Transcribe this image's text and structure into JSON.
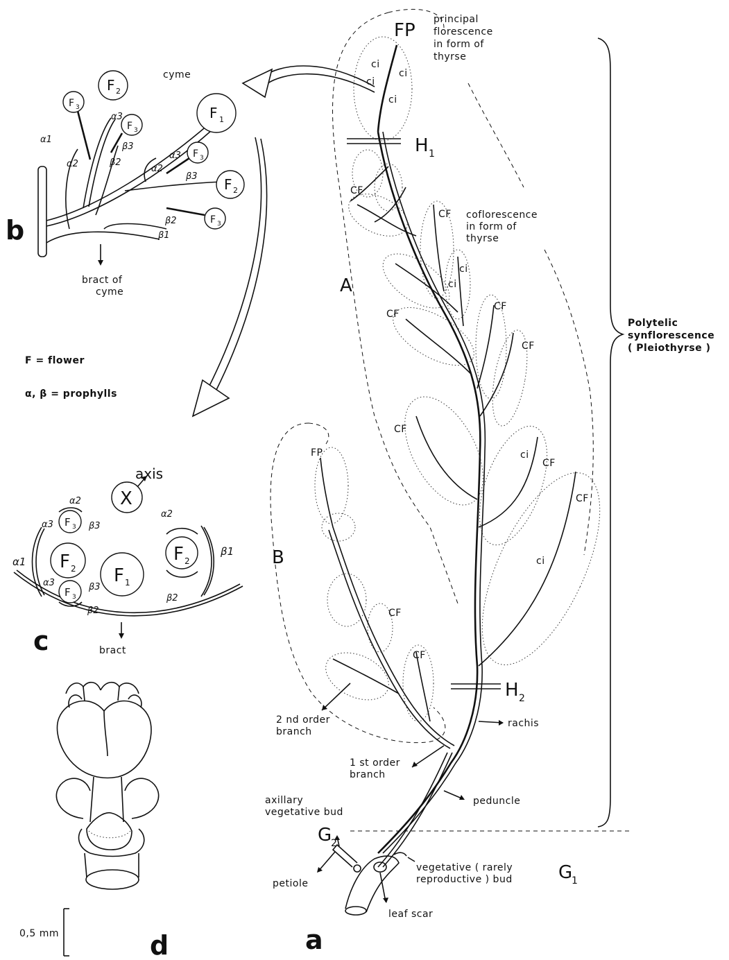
{
  "panels": {
    "a": "a",
    "b": "b",
    "c": "c",
    "d": "d"
  },
  "panel_a": {
    "fp": "FP",
    "principal": [
      "principal",
      "florescence",
      "in form of",
      "thyrse"
    ],
    "ci": "ci",
    "h1": "H",
    "h1_sub": "1",
    "h2": "H",
    "h2_sub": "2",
    "cf": "CF",
    "coflorescence": [
      "coflorescence",
      "in form of",
      "thyrse"
    ],
    "region_a": "A",
    "region_b": "B",
    "fp_b": "FP",
    "polytelic": [
      "Polytelic",
      "synflorescence",
      "( Pleiothyrse )"
    ],
    "second_order": [
      "2 nd order",
      "branch"
    ],
    "rachis": "rachis",
    "first_order": [
      "1 st order",
      "branch"
    ],
    "peduncle": "peduncle",
    "axillary": [
      "axillary",
      "vegetative bud"
    ],
    "g2": "G",
    "g2_sub": "2",
    "g1": "G",
    "g1_sub": "1",
    "vegetative": [
      "vegetative ( rarely",
      "reproductive ) bud"
    ],
    "petiole": "petiole",
    "leaf_scar": "leaf scar"
  },
  "panel_b": {
    "cyme": "cyme",
    "bract": [
      "bract of",
      "cyme"
    ],
    "f1": "F",
    "f1_sub": "1",
    "f2": "F",
    "f2_sub": "2",
    "f3": "F",
    "f3_sub": "3",
    "alpha1": "α1",
    "alpha2": "α2",
    "alpha3": "α3",
    "beta1": "β1",
    "beta2": "β2",
    "beta3": "β3"
  },
  "legend": {
    "flower": "F  =  flower",
    "prophylls": "α, β  =  prophylls"
  },
  "panel_c": {
    "axis": "axis",
    "x": "X",
    "bract": "bract",
    "f1": "F",
    "f1_sub": "1",
    "f2": "F",
    "f2_sub": "2",
    "f3": "F",
    "f3_sub": "3",
    "alpha1": "α1",
    "alpha2": "α2",
    "alpha3": "α3",
    "beta1": "β1",
    "beta2": "β2",
    "beta3": "β3"
  },
  "panel_d": {
    "scale": "0,5 mm"
  }
}
